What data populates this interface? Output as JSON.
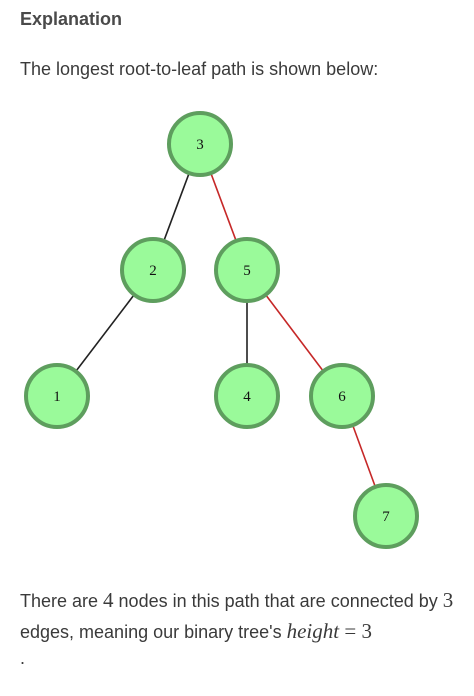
{
  "section": {
    "heading": "Explanation",
    "intro": "The longest root-to-leaf path is shown below:"
  },
  "colors": {
    "node_fill": "#9afa9a",
    "node_stroke": "#5e9e5e",
    "edge_normal": "#222222",
    "edge_highlight": "#c62828"
  },
  "tree": {
    "nodes": [
      {
        "id": "n3",
        "label": "3"
      },
      {
        "id": "n2",
        "label": "2"
      },
      {
        "id": "n5",
        "label": "5"
      },
      {
        "id": "n1",
        "label": "1"
      },
      {
        "id": "n4",
        "label": "4"
      },
      {
        "id": "n6",
        "label": "6"
      },
      {
        "id": "n7",
        "label": "7"
      }
    ],
    "edges": [
      {
        "from": "n3",
        "to": "n2",
        "highlight": false
      },
      {
        "from": "n3",
        "to": "n5",
        "highlight": true
      },
      {
        "from": "n2",
        "to": "n1",
        "highlight": false
      },
      {
        "from": "n5",
        "to": "n4",
        "highlight": false
      },
      {
        "from": "n5",
        "to": "n6",
        "highlight": true
      },
      {
        "from": "n6",
        "to": "n7",
        "highlight": true
      }
    ]
  },
  "conclusion": {
    "part1": "There are ",
    "node_count": "4",
    "part2": " nodes in this path that are connected by ",
    "edge_count": "3",
    "part3": " edges, meaning our binary tree's ",
    "height_var": "height",
    "equals": " = ",
    "height_value": "3",
    "trailing": "."
  }
}
